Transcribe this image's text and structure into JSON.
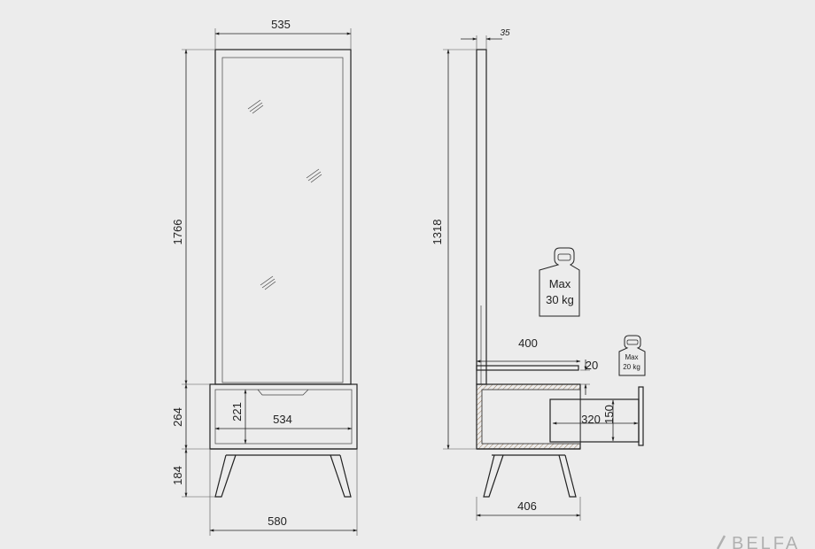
{
  "front_view": {
    "width_top": "535",
    "height_total": "1766",
    "cabinet_height": "264",
    "leg_height": "184",
    "drawer_height": "221",
    "drawer_width": "534",
    "width_bottom": "580"
  },
  "side_view": {
    "frame_depth": "35",
    "mirror_height": "1318",
    "shelf_depth": "400",
    "shelf_thickness": "20",
    "drawer_depth": "320",
    "drawer_height": "150",
    "total_depth": "406"
  },
  "load_labels": {
    "large_weight": [
      "Max",
      "30 kg"
    ],
    "small_weight": [
      "Max",
      "20 kg"
    ]
  },
  "brand": "BELFA"
}
